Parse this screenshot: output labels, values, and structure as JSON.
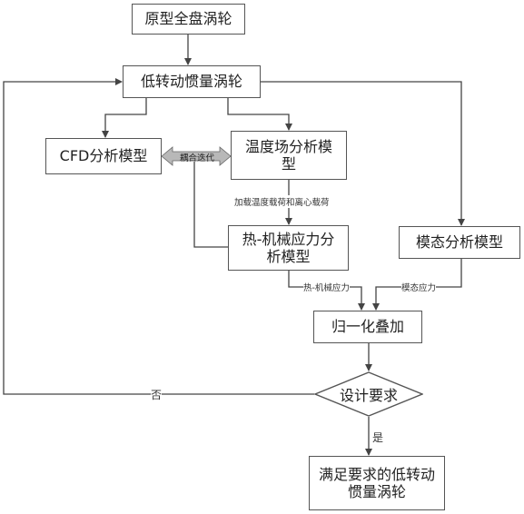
{
  "nodes": {
    "origin": "原型全盘涡轮",
    "low_inertia": "低转动惯量涡轮",
    "cfd": "CFD分析模型",
    "temp_line1": "温度场分析模",
    "temp_line2": "型",
    "thermo_line1": "热-机械应力分",
    "thermo_line2": "析模型",
    "modal": "模态分析模型",
    "normalize": "归一化叠加",
    "design_req": "设计要求",
    "result_line1": "满足要求的低转动",
    "result_line2": "惯量涡轮"
  },
  "labels": {
    "coupling": "耦合迭代",
    "load": "加载温度载荷和离心载荷",
    "thermo_stress": "热-机械应力",
    "modal_stress": "模态应力",
    "no": "否",
    "yes": "是"
  }
}
